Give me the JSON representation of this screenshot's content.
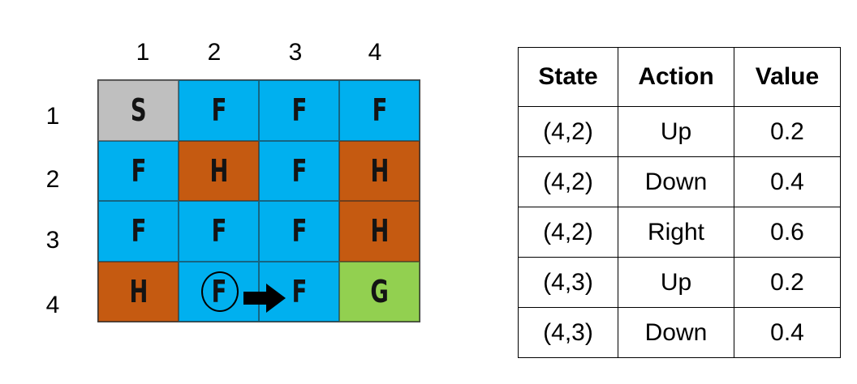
{
  "column_labels": [
    "1",
    "2",
    "3",
    "4"
  ],
  "row_labels": [
    "1",
    "2",
    "3",
    "4"
  ],
  "grid": [
    [
      "S",
      "F",
      "F",
      "F"
    ],
    [
      "F",
      "H",
      "F",
      "H"
    ],
    [
      "F",
      "F",
      "F",
      "H"
    ],
    [
      "H",
      "F",
      "F",
      "G"
    ]
  ],
  "tile_colors": {
    "S": "#bfbfbf",
    "F": "#00b0ef",
    "H": "#c55a11",
    "G": "#92d050"
  },
  "current_state": {
    "row": 4,
    "col": 2
  },
  "action_arrow": {
    "direction": "right",
    "icon": "arrow-right-icon"
  },
  "qtable": {
    "headers": [
      "State",
      "Action",
      "Value"
    ],
    "rows": [
      [
        "(4,2)",
        "Up",
        "0.2"
      ],
      [
        "(4,2)",
        "Down",
        "0.4"
      ],
      [
        "(4,2)",
        "Right",
        "0.6"
      ],
      [
        "(4,3)",
        "Up",
        "0.2"
      ],
      [
        "(4,3)",
        "Down",
        "0.4"
      ]
    ]
  }
}
